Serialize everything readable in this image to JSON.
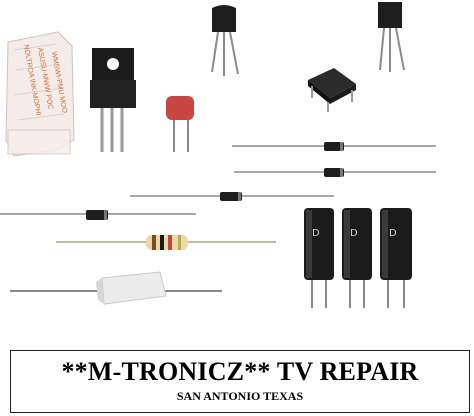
{
  "banner": {
    "title": "**M-TRONICZ** TV REPAIR",
    "subtitle": "SAN ANTONIO TEXAS"
  },
  "components": [
    "thermal-paste-packet",
    "to220-transistor",
    "to92-transistor",
    "polyfuse",
    "bridge-rectifier",
    "diode",
    "resistor",
    "ceramic-resistor",
    "electrolytic-capacitor"
  ],
  "colors": {
    "component_black": "#1b1b1b",
    "lead_gray": "#8a8a8a",
    "fuse_red": "#c8463f",
    "resistor_body": "#e9d9a8",
    "ceramic_white": "#ececec",
    "packet_orange": "#d76b3a"
  }
}
